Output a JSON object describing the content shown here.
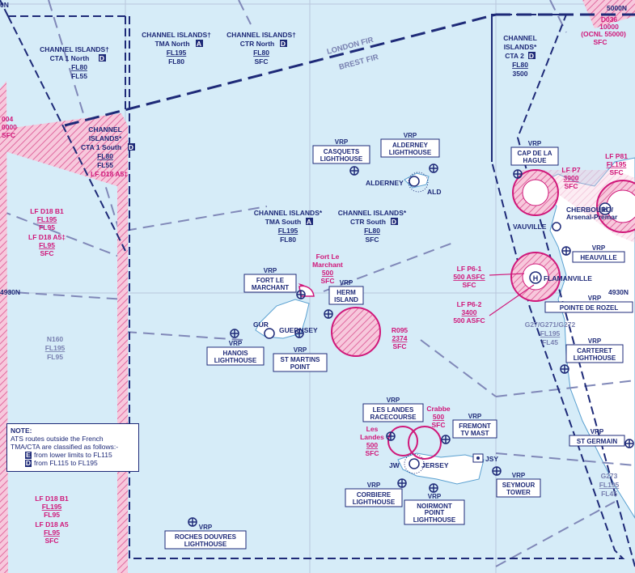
{
  "airspace": {
    "cta1_north": {
      "l1": "CHANNEL ISLANDS†",
      "l2": "CTA 1 North",
      "cls": "D",
      "upper": "FL80",
      "lower": "FL55"
    },
    "tma_north": {
      "l1": "CHANNEL ISLANDS†",
      "l2": "TMA North",
      "cls": "A",
      "upper": "FL195",
      "lower": "FL80"
    },
    "ctr_north": {
      "l1": "CHANNEL ISLANDS†",
      "l2": "CTR North",
      "cls": "D",
      "upper": "FL80",
      "lower": "SFC"
    },
    "cta2": {
      "l1": "CHANNEL",
      "l2": "ISLANDS*",
      "l3": "CTA 2",
      "cls": "D",
      "upper": "FL80",
      "lower": "3500"
    },
    "cta1_south": {
      "l1": "CHANNEL",
      "l2": "ISLANDS*",
      "l3": "CTA 1 South",
      "cls": "D",
      "upper": "FL80",
      "lower": "FL55"
    },
    "tma_south": {
      "l1": "CHANNEL ISLANDS*",
      "l2": "TMA South",
      "cls": "A",
      "upper": "FL195",
      "lower": "FL80"
    },
    "ctr_south": {
      "l1": "CHANNEL ISLANDS*",
      "l2": "CTR South",
      "cls": "D",
      "upper": "FL80",
      "lower": "SFC"
    },
    "n160": {
      "l1": "N160",
      "upper": "FL195",
      "lower": "FL95"
    },
    "g27": {
      "l1": "G27/G271/G272",
      "upper": "FL195",
      "lower": "FL45"
    },
    "g273": {
      "l1": "G273",
      "upper": "FL195",
      "lower": "FL45"
    }
  },
  "fir": {
    "london": "LONDON FIR",
    "brest": "BREST FIR"
  },
  "restricted": {
    "d036": {
      "l1": "D036",
      "l2": "10000",
      "l3": "(OCNL 55000)",
      "l4": "SFC"
    },
    "lfd18a5_top": "LF D18 A5‡",
    "lfd18b1": {
      "l1": "LF D18 B1",
      "upper": "FL195",
      "lower": "FL95"
    },
    "lfd18a5": {
      "l1": "LF D18 A5‡",
      "upper": "FL95",
      "lower": "SFC"
    },
    "lfd18b1_b": {
      "l1": "LF D18 B1",
      "upper": "FL195",
      "lower": "FL95"
    },
    "lfd18a5_b": {
      "l1": "LF D18 A5",
      "upper": "FL95",
      "lower": "SFC"
    },
    "lfp81": {
      "l1": "LF P81",
      "upper": "FL195",
      "lower": "SFC"
    },
    "lfp7": {
      "l1": "LF P7",
      "upper": "3900",
      "lower": "SFC"
    },
    "lfp61": {
      "l1": "LF P6-1",
      "upper": "500 ASFC",
      "lower": "SFC"
    },
    "lfp62": {
      "l1": "LF P6-2",
      "upper": "3400",
      "lower": "500 ASFC"
    },
    "r095": {
      "l1": "R095",
      "upper": "2374",
      "lower": "SFC"
    },
    "fort_le_marchant": {
      "l1": "Fort Le",
      "l2": "Marchant",
      "upper": "500",
      "lower": "SFC"
    },
    "crabbe": {
      "l1": "Crabbe",
      "upper": "500",
      "lower": "SFC"
    },
    "les_landes": {
      "l1": "Les",
      "l2": "Landes",
      "upper": "500",
      "lower": "SFC"
    },
    "left_edge": {
      "l1": "004",
      "l2": "0000",
      "l3": "SFC"
    }
  },
  "vrp": {
    "tag": "VRP",
    "casquets": [
      "CASQUETS",
      "LIGHTHOUSE"
    ],
    "alderney_lh": [
      "ALDERNEY",
      "LIGHTHOUSE"
    ],
    "fort_le_marchant": [
      "FORT LE",
      "MARCHANT"
    ],
    "herm": [
      "HERM",
      "ISLAND"
    ],
    "hanois": [
      "HANOIS",
      "LIGHTHOUSE"
    ],
    "st_martins": [
      "ST MARTINS",
      "POINT"
    ],
    "les_landes_rc": [
      "LES LANDES",
      "RACECOURSE"
    ],
    "fremont": [
      "FREMONT",
      "TV MAST"
    ],
    "corbiere": [
      "CORBIERE",
      "LIGHTHOUSE"
    ],
    "noirmont": [
      "NOIRMONT",
      "POINT",
      "LIGHTHOUSE"
    ],
    "seymour": [
      "SEYMOUR",
      "TOWER"
    ],
    "roches_douvres": [
      "ROCHES DOUVRES",
      "LIGHTHOUSE"
    ],
    "cap_hague": [
      "CAP DE LA",
      "HAGUE"
    ],
    "heauville": [
      "HEAUVILLE"
    ],
    "pointe_rozel": [
      "POINTE DE ROZEL"
    ],
    "carteret": [
      "CARTERET",
      "LIGHTHOUSE"
    ],
    "st_germain": [
      "ST GERMAIN"
    ]
  },
  "places": {
    "alderney": "ALDERNEY",
    "ald": "ALD",
    "gur": "GUR",
    "guernsey": "GUERNSEY",
    "jersey": "JERSEY",
    "jw": "JW",
    "jsy": "JSY",
    "cherbourg": "CHERBOURG/",
    "cherbourg2": "Arsenal-Premar",
    "vauville": "VAUVILLE",
    "flamanville": "FLAMANVILLE"
  },
  "grid": {
    "lat_left": "4930N",
    "lat_right": "4930N",
    "top_left": "0N",
    "top_right": "5000N"
  },
  "note": {
    "title": "NOTE:",
    "l1": "ATS routes outside the French",
    "l2": "TMA/CTA are classified as follows:-",
    "e_key": "E",
    "e_text": "from lower limits to FL115",
    "d_key": "D",
    "d_text": "from FL115 to FL195"
  },
  "colors": {
    "sea": "#d6ecf8",
    "land": "#ffffff",
    "atc": "#1e2a78",
    "restricted": "#d0187a",
    "route": "#7880b0"
  }
}
